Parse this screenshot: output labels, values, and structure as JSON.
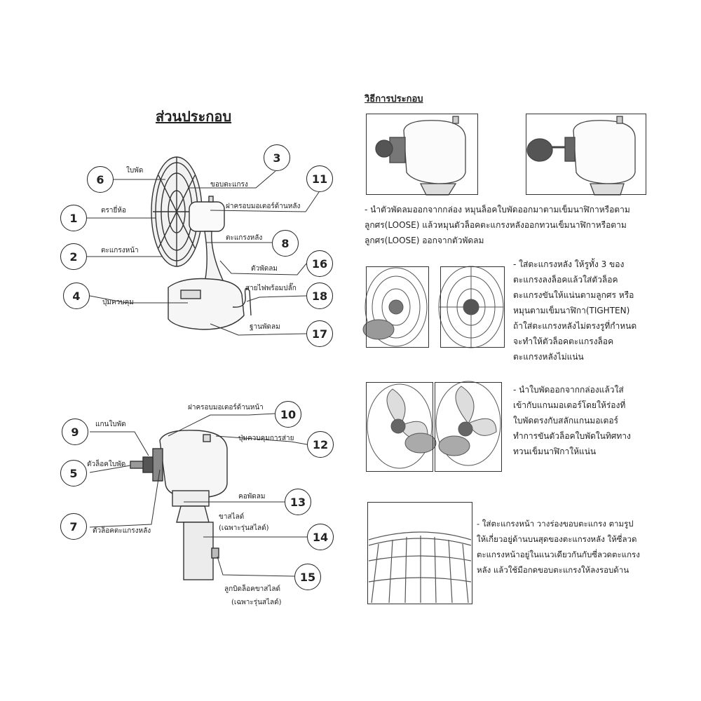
{
  "parts": {
    "title": "ส่วนประกอบ",
    "upper": [
      {
        "num": "6",
        "label": "ใบพัด"
      },
      {
        "num": "3",
        "label": "ขอบตะแกรง"
      },
      {
        "num": "11",
        "label": "ฝาครอบมอเตอร์ด้านหลัง"
      },
      {
        "num": "1",
        "label": "ตรายี่ห้อ"
      },
      {
        "num": "8",
        "label": "ตะแกรงหลัง"
      },
      {
        "num": "2",
        "label": "ตะแกรงหน้า"
      },
      {
        "num": "16",
        "label": "ตัวพัดลม"
      },
      {
        "num": "4",
        "label": "ปุ่มควบคุม"
      },
      {
        "num": "18",
        "label": "สายไฟพร้อมปลั๊ก"
      },
      {
        "num": "17",
        "label": "ฐานพัดลม"
      }
    ],
    "lower": [
      {
        "num": "10",
        "label": "ฝาครอบมอเตอร์ด้านหน้า"
      },
      {
        "num": "9",
        "label": "แกนใบพัด"
      },
      {
        "num": "12",
        "label": "ปุ่มควบคุมการส่าย"
      },
      {
        "num": "5",
        "label": "ตัวล็อคใบพัด"
      },
      {
        "num": "13",
        "label": "คอพัดลม"
      },
      {
        "num": "7",
        "label": "ตัวล็อคตะแกรงหลัง"
      },
      {
        "num": "14",
        "label": "ขาสไลด์",
        "label2": "(เฉพาะรุ่นสไลด์)"
      },
      {
        "num": "15",
        "label": "ลูกบิดล็อคขาสไลด์",
        "label2": "(เฉพาะรุ่นสไลด์)"
      }
    ]
  },
  "assembly": {
    "title": "วิธีการประกอบ",
    "steps": [
      {
        "lines": [
          "- นำตัวพัดลมออกจากกล่อง หมุนล็อคใบพัดออกมาตามเข็มนาฬิกาหรือตาม",
          "ลูกศร(LOOSE) แล้วหมุนตัวล็อคตะแกรงหลังออกทวนเข็มนาฬิกาหรือตาม",
          "ลูกศร(LOOSE) ออกจากตัวพัดลม"
        ]
      },
      {
        "lines": [
          "- ใส่ตะแกรงหลัง ให้รูทั้ง 3 ของ",
          "ตะแกรงลงล็อคแล้วใส่ตัวล็อค",
          "ตะแกรงขันให้แน่นตามลูกศร หรือ",
          "หมุนตามเข็มนาฬิกา(TIGHTEN)",
          "ถ้าใส่ตะแกรงหลังไม่ตรงรูที่กำหนด",
          "จะทำให้ตัวล็อคตะแกรงล็อค",
          "ตะแกรงหลังไม่แน่น"
        ]
      },
      {
        "lines": [
          "- นำใบพัดออกจากกล่องแล้วใส่",
          "เข้ากับแกนมอเตอร์โดยให้ร่องที่",
          "ใบพัดตรงกับสลักแกนมอเตอร์",
          "ทำการขันตัวล็อคใบพัดในทิศทาง",
          "ทวนเข็มนาฬิกาให้แน่น"
        ]
      },
      {
        "lines": [
          "- ใส่ตะแกรงหน้า วางร่องขอบตะแกรง ตามรูป",
          "ให้เกี่ยวอยู่ด้านบนสุดของตะแกรงหลัง ให้ซี่ลวด",
          "ตะแกรงหน้าอยู่ในแนวเดียวกันกับซี่ลวดตะแกรง",
          "หลัง แล้วใช้มือกดขอบตะแกรงให้ลงรอบด้าน"
        ]
      }
    ]
  }
}
